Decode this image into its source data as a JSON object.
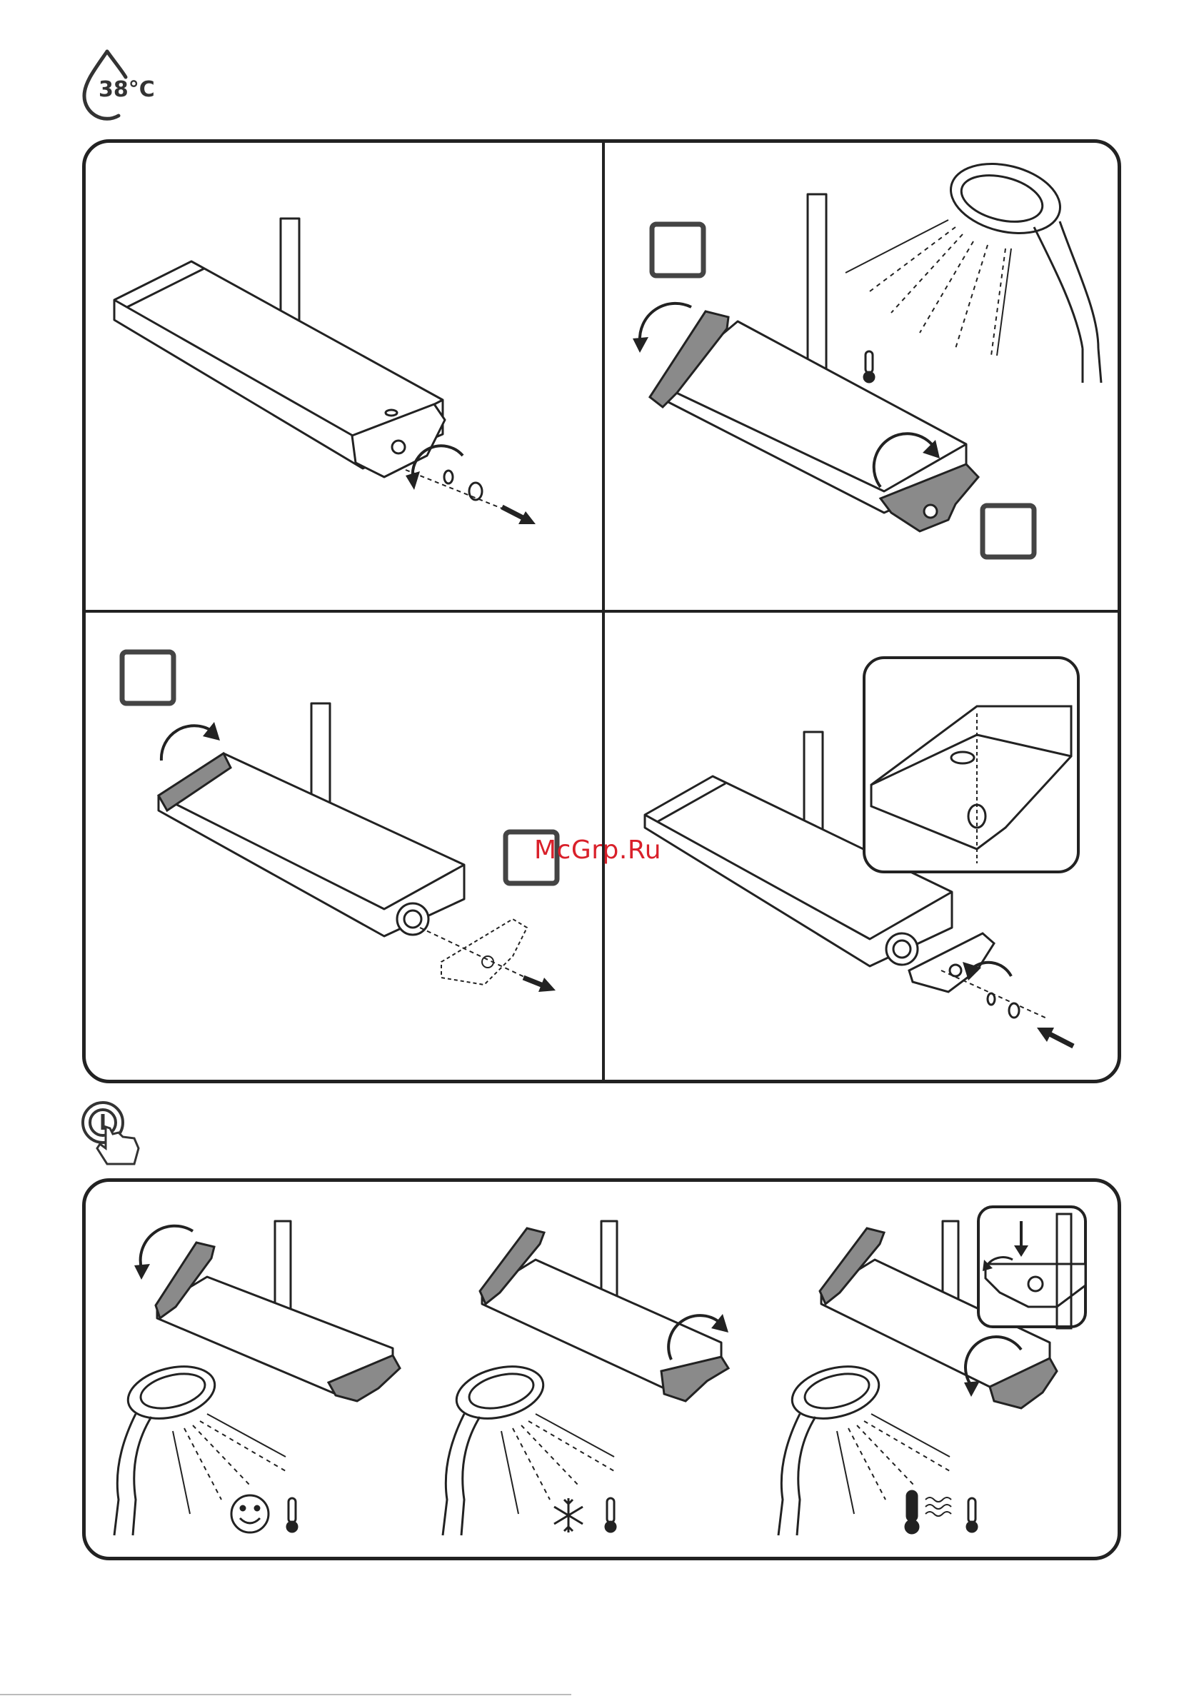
{
  "header": {
    "temperature_label": "38°C",
    "water_drop_icon": "water-drop-icon",
    "touch_button_icon": "touch-button-icon"
  },
  "watermark": {
    "text": "McGrp.Ru",
    "color": "#d9202a"
  },
  "step_panel": {
    "cells": [
      {
        "id": "remove-cap-screw",
        "icons": [
          "rotate-arrow-icon",
          "screw-icon",
          "arrow-out-icon"
        ]
      },
      {
        "id": "set-temperature-38",
        "icons": [
          "shower-head-icon",
          "thermometer-icon",
          "checkbox-icon",
          "checkbox-icon"
        ]
      },
      {
        "id": "pull-off-handle",
        "icons": [
          "checkbox-icon",
          "checkbox-icon",
          "rotate-arrow-icon",
          "arrow-out-icon"
        ]
      },
      {
        "id": "refit-handle",
        "icons": [
          "detail-view-icon",
          "rotate-arrow-icon",
          "arrow-in-icon"
        ]
      }
    ]
  },
  "usage_panel": {
    "scenes": [
      {
        "id": "normal",
        "icons": [
          "shower-head-icon",
          "smiley-icon",
          "thermometer-icon"
        ]
      },
      {
        "id": "cold",
        "icons": [
          "shower-head-icon",
          "snowflake-icon",
          "thermometer-icon"
        ]
      },
      {
        "id": "hot",
        "icons": [
          "shower-head-icon",
          "thermometer-hot-icon",
          "heat-waves-icon",
          "thermometer-icon",
          "safety-button-detail-icon"
        ]
      }
    ]
  },
  "colors": {
    "line": "#222222",
    "handle_grey": "#8a8a8a",
    "box_grey": "#555555"
  }
}
